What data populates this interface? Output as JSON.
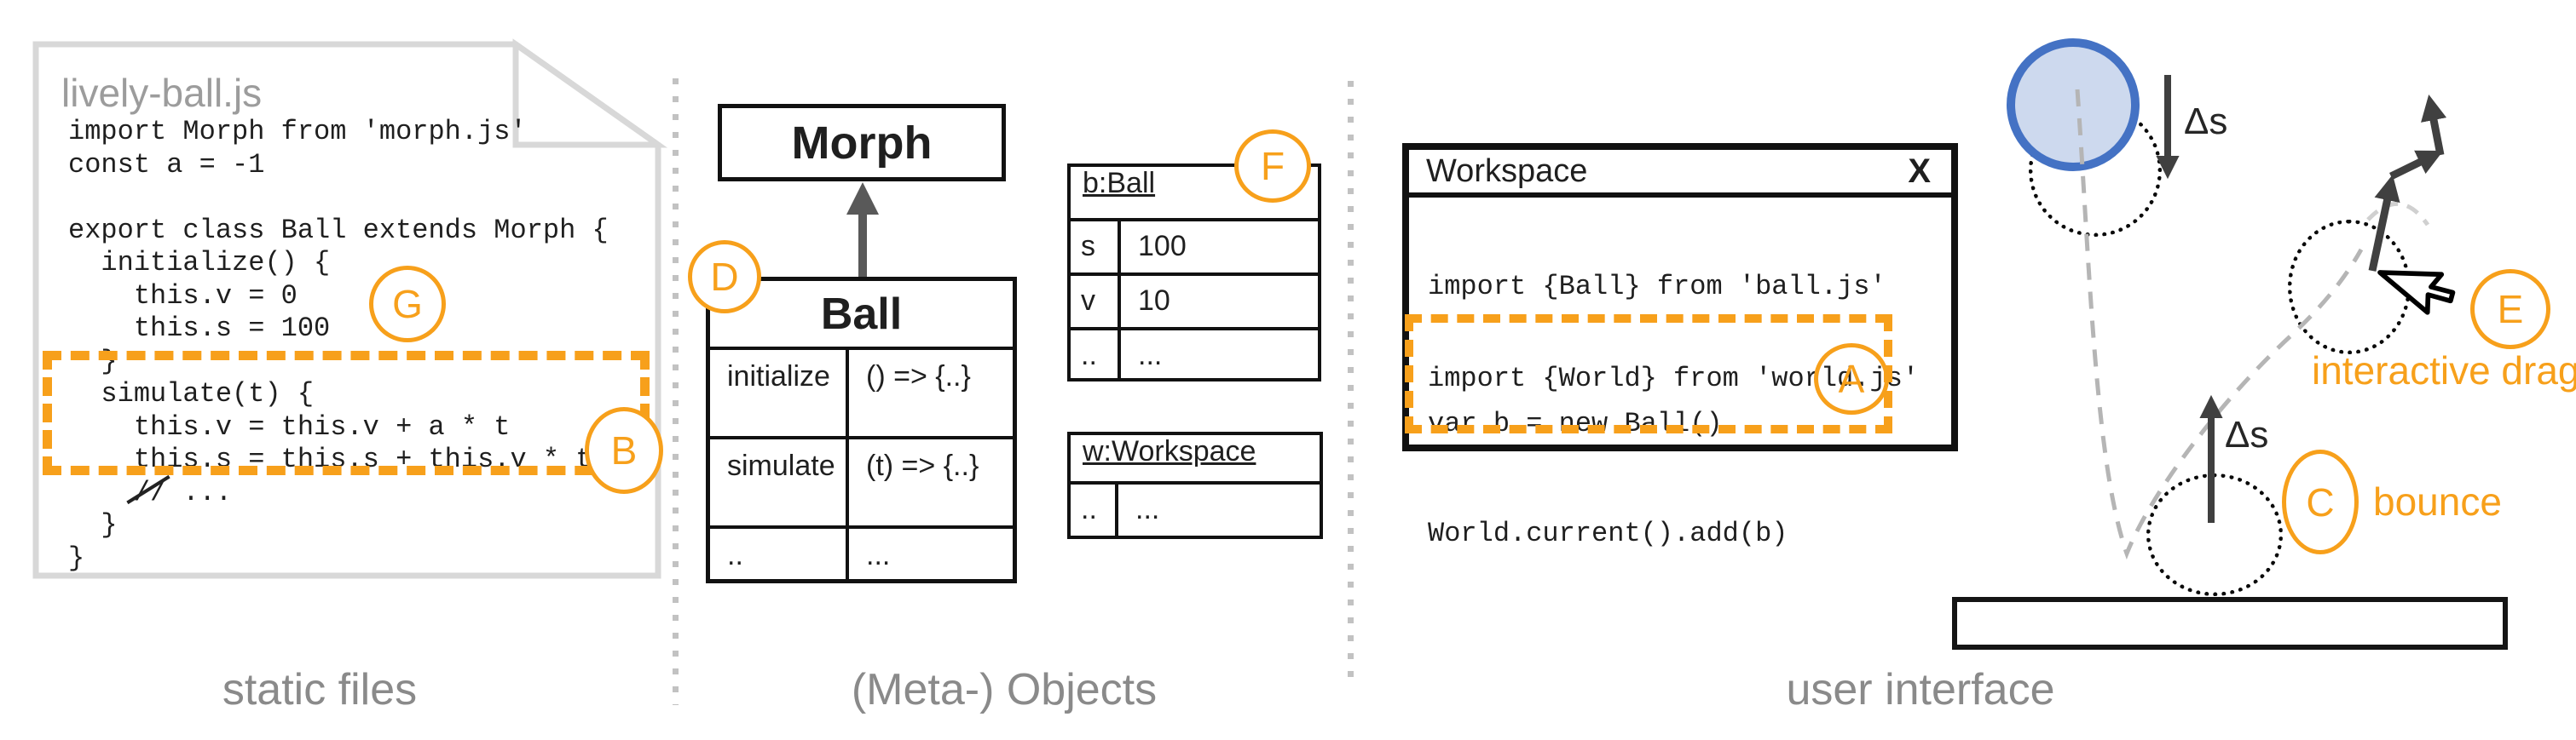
{
  "section_labels": {
    "left": "static files",
    "middle": "(Meta-) Objects",
    "right": "user interface"
  },
  "badges": {
    "a": "A",
    "b": "B",
    "c": "C",
    "d": "D",
    "e": "E",
    "f": "F",
    "g": "G"
  },
  "file_card": {
    "filename": "lively-ball.js",
    "code_lines": [
      "import Morph from 'morph.js'",
      "const a = -1",
      "",
      "export class Ball extends Morph {",
      "  initialize() {",
      "    this.v = 0",
      "    this.s = 100",
      "  }",
      "  simulate(t) {",
      "    this.v = this.v + a * t",
      "    this.s = this.s + this.v * t",
      "    // ...",
      "  }",
      "}"
    ]
  },
  "class_diagram": {
    "superclass": "Morph",
    "class_name": "Ball",
    "methods": [
      {
        "name": "initialize",
        "value": "() => {..}"
      },
      {
        "name": "simulate",
        "value": "(t) => {..}"
      },
      {
        "name": "..",
        "value": "..."
      }
    ]
  },
  "instances": {
    "ball": {
      "title": "b:Ball",
      "rows": [
        {
          "key": "s",
          "value": "100"
        },
        {
          "key": "v",
          "value": "10"
        },
        {
          "key": "..",
          "value": "..."
        }
      ]
    },
    "workspace": {
      "title": "w:Workspace",
      "rows": [
        {
          "key": "..",
          "value": "..."
        }
      ]
    }
  },
  "workspace_window": {
    "title": "Workspace",
    "close_label": "X",
    "imports": [
      "import {Ball} from 'ball.js'",
      "import {World} from 'world.js'"
    ],
    "eval_lines": [
      "var b = new Ball()",
      "World.current().add(b)"
    ]
  },
  "physics": {
    "delta_s_top": "Δs",
    "delta_s_bottom": "Δs",
    "drag_label": "interactive drag",
    "bounce_label": "bounce"
  },
  "colors": {
    "accent_orange": "#F7A01B",
    "ball_blue": "#4472C4",
    "ball_fill": "#CDD9EE",
    "gray_label": "#8A8A8A",
    "dark_arrow": "#404040",
    "trajectory_gray": "#B5B5B5",
    "sheet_gray": "#D8D8D8"
  }
}
